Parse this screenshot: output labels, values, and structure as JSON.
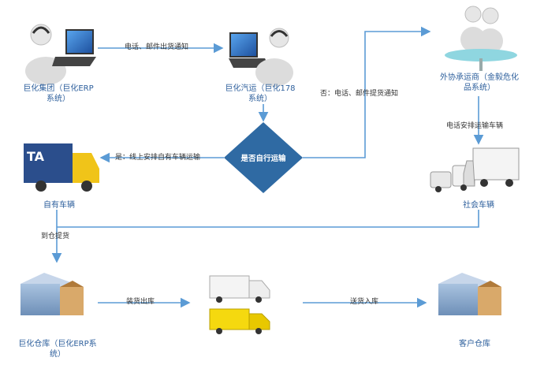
{
  "nodes": {
    "juhua_group": "巨化集团（巨化ERP\n系统）",
    "juhua_auto": "巨化汽运（巨化178\n系统）",
    "contractor": "外协承运商（金毅危化\n品系统）",
    "own_vehicle": "自有车辆",
    "social_vehicle": "社会车辆",
    "juhua_warehouse": "巨化仓库（巨化ERP系\n统）",
    "customer_warehouse": "客户仓库"
  },
  "decision": "是否自行运输",
  "edges": {
    "notify_shipment": "电话、邮件出货通知",
    "no_notify": "否：电话、邮件提货通知",
    "arrange_vehicle": "电话安排运输车辆",
    "yes_online": "是：线上安排自有车辆运输",
    "to_warehouse": "到仓提货",
    "load_out": "装货出库",
    "deliver_in": "送货入库"
  },
  "truck_text": "TA",
  "colors": {
    "arrow": "#5b9bd5",
    "diamond": "#2f6aa3",
    "label": "#2d5f9c"
  }
}
